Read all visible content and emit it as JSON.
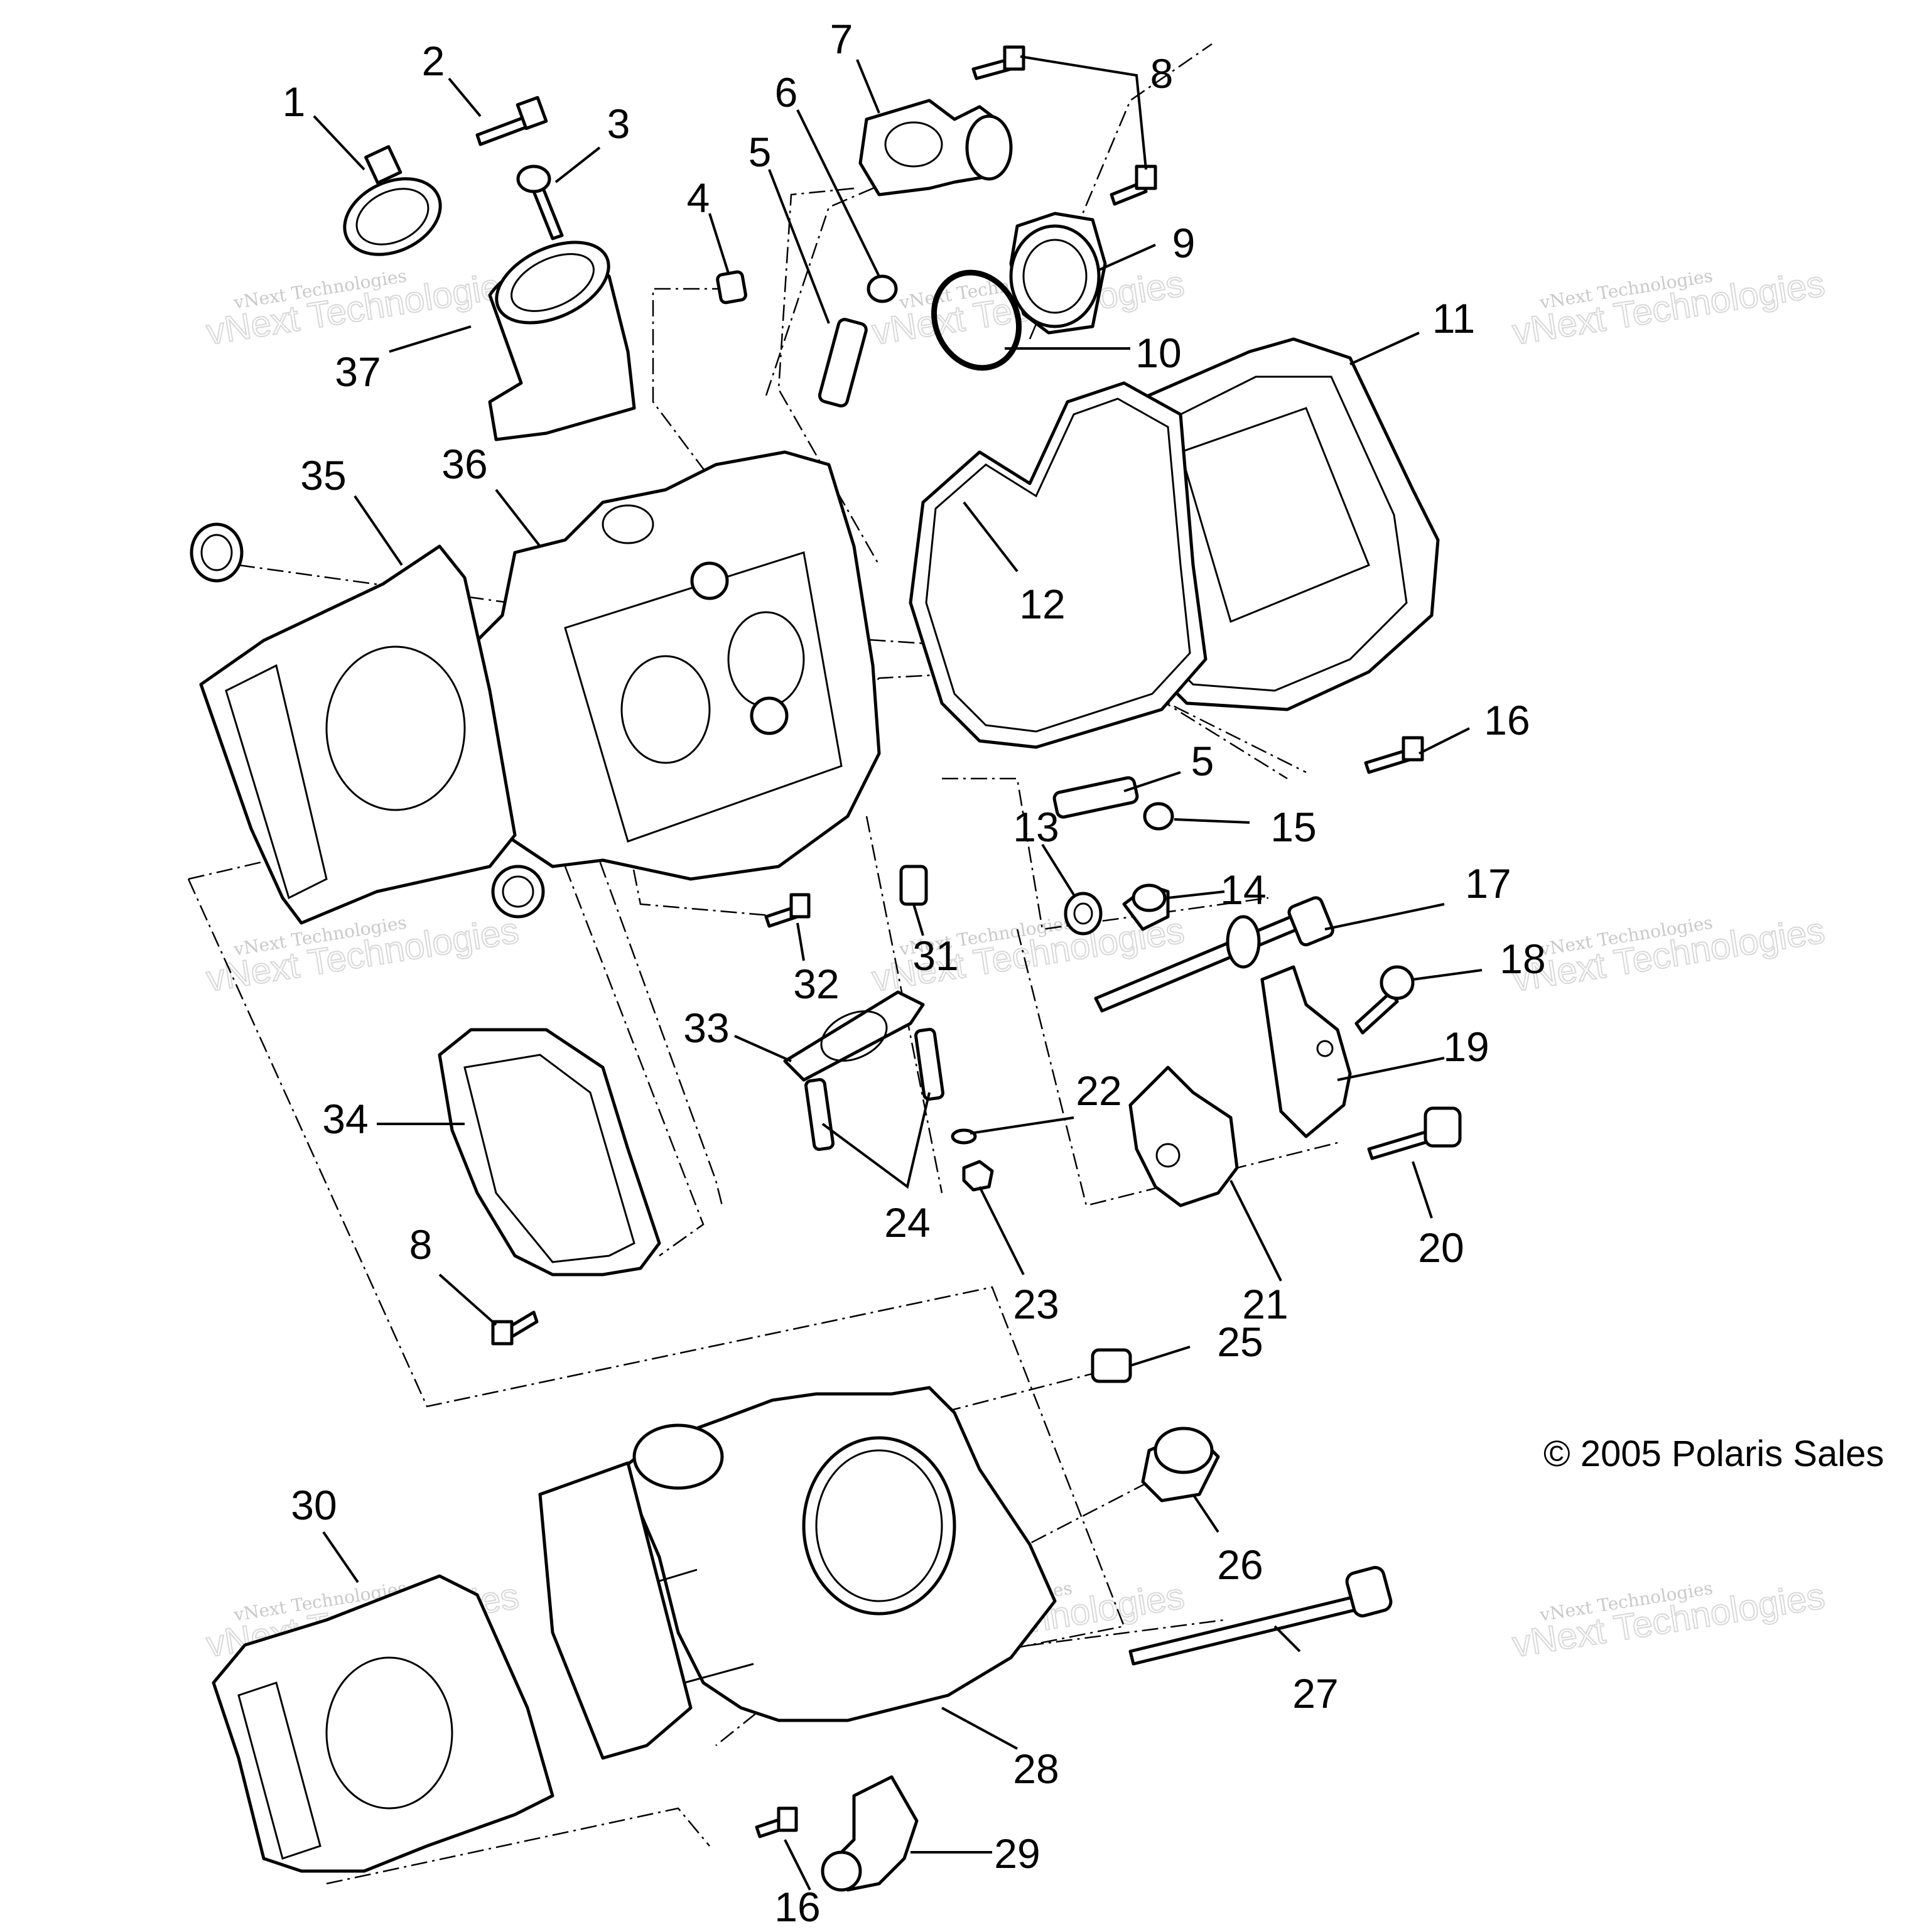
{
  "diagram": {
    "copyright": "© 2005 Polaris Sales",
    "watermark_small": "vNext Technologies",
    "watermark_big": "vNext Technologies",
    "callouts": [
      "1",
      "2",
      "3",
      "4",
      "5",
      "6",
      "7",
      "8",
      "9",
      "10",
      "11",
      "12",
      "35",
      "36",
      "37",
      "16",
      "5",
      "13",
      "15",
      "14",
      "17",
      "18",
      "19",
      "20",
      "21",
      "22",
      "23",
      "24",
      "25",
      "26",
      "27",
      "28",
      "29",
      "30",
      "31",
      "32",
      "33",
      "34",
      "8",
      "16"
    ]
  }
}
